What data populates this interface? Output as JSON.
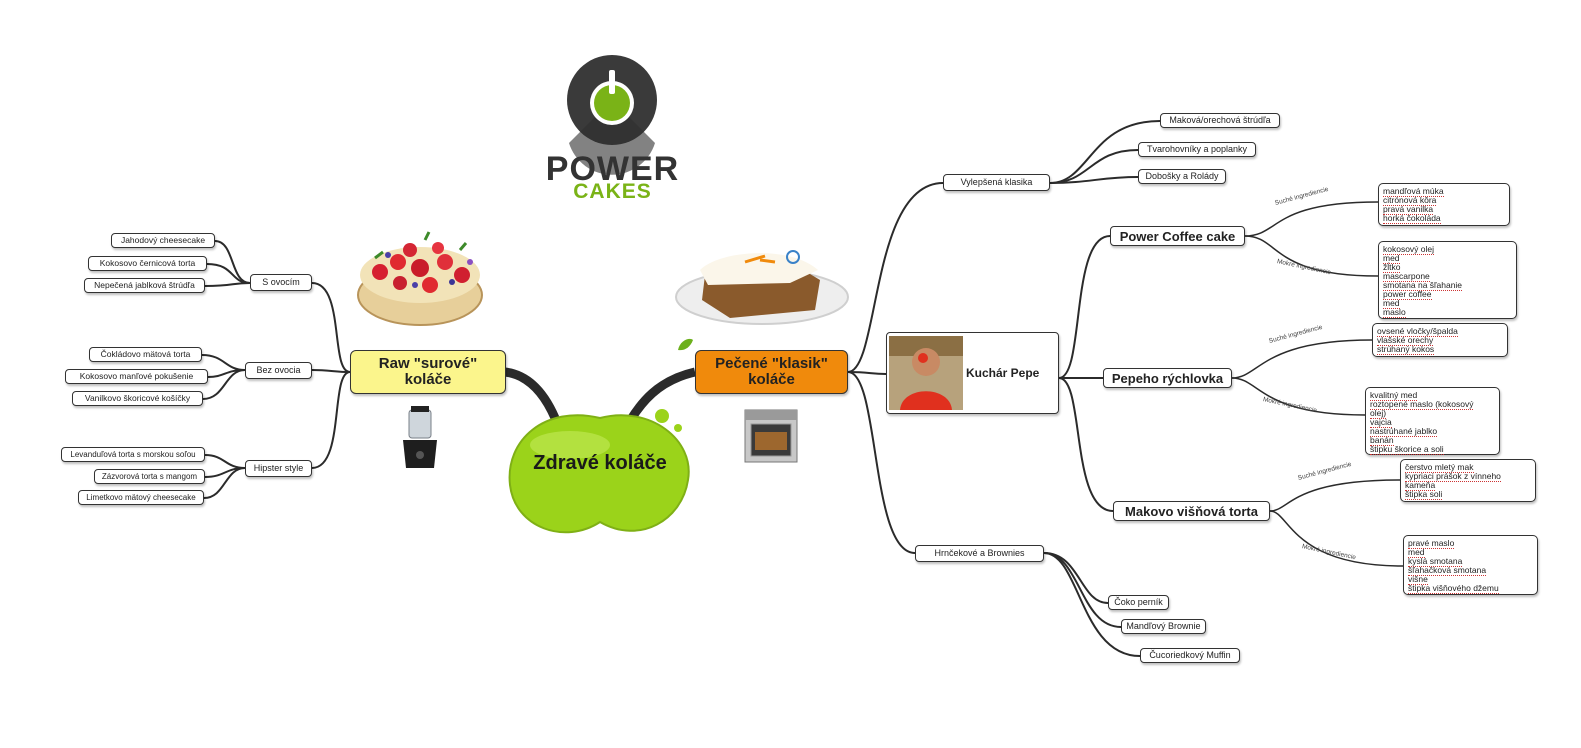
{
  "logo": {
    "line1": "POWER",
    "line2": "CAKES"
  },
  "center": "Zdravé koláče",
  "left_branch": {
    "title": "Raw \"surové\" koláče",
    "groups": [
      {
        "label": "S ovocím",
        "items": [
          "Jahodový cheesecake",
          "Kokosovo černicová torta",
          "Nepečená jablková štrúdľa"
        ]
      },
      {
        "label": "Bez ovocia",
        "items": [
          "Čokládovo mätová torta",
          "Kokosovo manľové pokušenie",
          "Vanilkovo škoricové košíčky"
        ]
      },
      {
        "label": "Hipster style",
        "items": [
          "Levanduľová torta s morskou soľou",
          "Zázvorová torta s mangom",
          "Limetkovo mätový cheesecake"
        ]
      }
    ]
  },
  "right_branch": {
    "title": "Pečené \"klasik\" koláče",
    "vylepsena": {
      "label": "Vylepšená klasika",
      "items": [
        "Maková/orechová štrúdľa",
        "Tvarohovníky a poplanky",
        "Dobošky a Rolády"
      ]
    },
    "chef": "Kuchár Pepe",
    "recipes": [
      {
        "name": "Power Coffee cake",
        "dry_label": "Suché ingrediencie",
        "dry": [
          "mandľová múka",
          "citrónová kôra",
          "pravá vanilka",
          "horká čokoláda"
        ],
        "wet_label": "Mokré ingrediencie",
        "wet": [
          "kokosový olej",
          "med",
          "žĺtko",
          "mascarpone",
          "smotana na šľahanie",
          "power coffee",
          "med",
          "maslo"
        ]
      },
      {
        "name": "Pepeho rýchlovka",
        "dry_label": "Suché ingrediencie",
        "dry": [
          "ovsené vločky/špalda",
          "vlašské orechy",
          "strúhaný kokos"
        ],
        "wet_label": "Mokré ingrediencie",
        "wet": [
          "kvalitný med",
          "roztopené maslo (kokosový",
          "olej)",
          "vajcia",
          "nastrúhané jablko",
          "banán",
          "štipku škorice a soli"
        ]
      },
      {
        "name": "Makovo višňová torta",
        "dry_label": "Suché ingrediencie",
        "dry": [
          "čerstvo mletý mak",
          "kypriaci prášok z vínneho",
          "kameňa",
          "štipka soli"
        ],
        "wet_label": "Mokré ingrediencie",
        "wet": [
          "pravé maslo",
          "med",
          "kyslá smotana",
          "šľahačková smotana",
          "višne",
          "štipka višňového džemu"
        ]
      }
    ],
    "brownies": {
      "label": "Hrnčekové a Brownies",
      "items": [
        "Čoko perník",
        "Mandľový Brownie",
        "Čucoriedkový Muffin"
      ]
    }
  },
  "colors": {
    "green": "#9bd31a",
    "orange": "#f08a0c",
    "yellow": "#fbf58c",
    "line": "#2b2b2b"
  },
  "icons": [
    "power-icon",
    "fruit-tart-image",
    "carrot-cake-image",
    "blender-image",
    "oven-image",
    "chef-photo",
    "leaf-icon",
    "refresh-icon"
  ]
}
